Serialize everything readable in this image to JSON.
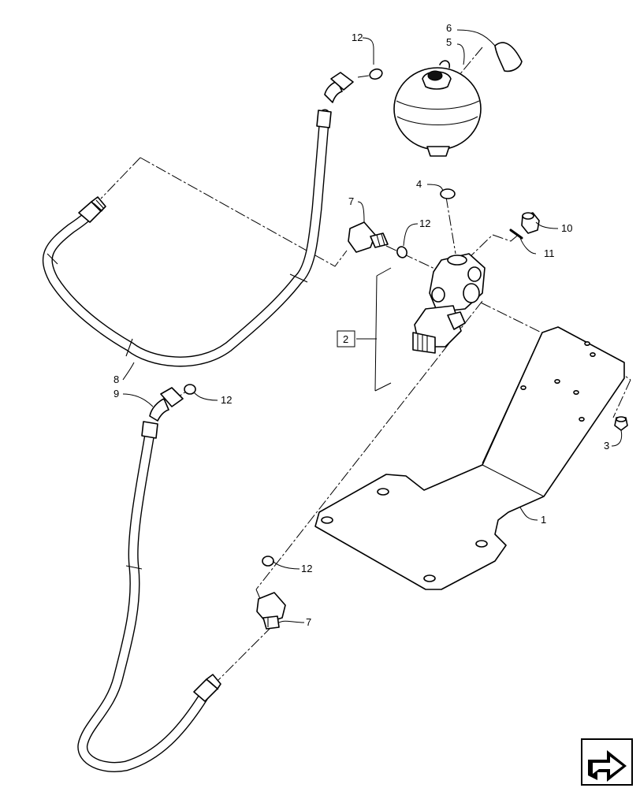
{
  "callouts": {
    "c1": "1",
    "c2": "2",
    "c3": "3",
    "c4": "4",
    "c5": "5",
    "c6": "6",
    "c7a": "7",
    "c7b": "7",
    "c8": "8",
    "c9": "9",
    "c10": "10",
    "c11": "11",
    "c12a": "12",
    "c12b": "12",
    "c12c": "12",
    "c12d": "12"
  },
  "icons": {
    "nav": "next-page-arrow-icon"
  },
  "colors": {
    "line": "#000000",
    "background": "#ffffff"
  }
}
